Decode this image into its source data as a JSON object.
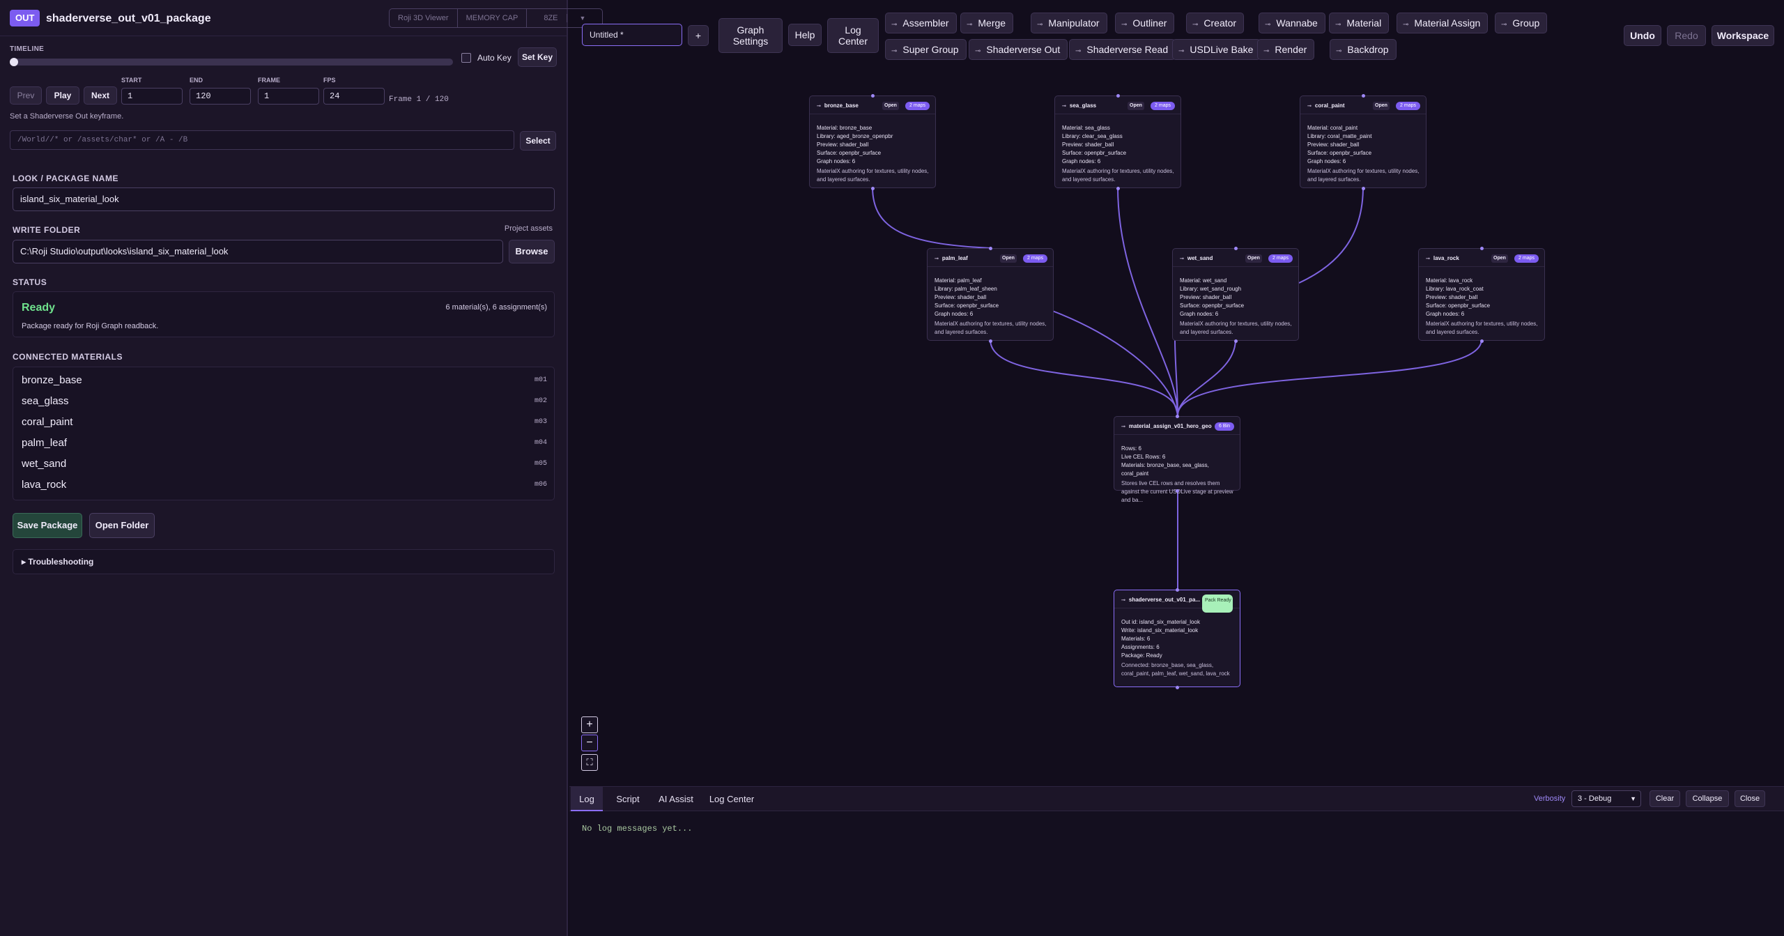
{
  "left_panel": {
    "badge": "OUT",
    "title": "shaderverse_out_v01_package",
    "segment": {
      "viewer": "Roji 3D Viewer",
      "memory": "MEMORY CAP",
      "size": "8ZE"
    },
    "timeline": {
      "label": "TIMELINE",
      "progress": 0,
      "auto_key_label": "Auto Key",
      "set_key_label": "Set Key",
      "prev_label": "Prev",
      "play_label": "Play",
      "next_label": "Next",
      "start_label": "START",
      "start_value": "1",
      "end_label": "END",
      "end_value": "120",
      "frame_label": "FRAME",
      "frame_value": "1",
      "fps_label": "FPS",
      "fps_value": "24",
      "frame_info": "Frame 1 / 120",
      "hint": "Set a Shaderverse Out keyframe.",
      "path_placeholder": "/World//*  or  /assets/char*  or  /A - /B",
      "select_label": "Select"
    },
    "look": {
      "label": "LOOK / PACKAGE NAME",
      "value": "island_six_material_look"
    },
    "write_folder": {
      "label": "WRITE FOLDER",
      "project_assets": "Project assets",
      "value": "C:\\Roji Studio\\output\\looks\\island_six_material_look",
      "browse_label": "Browse"
    },
    "status": {
      "label": "STATUS",
      "state": "Ready",
      "count": "6 material(s), 6 assignment(s)",
      "desc": "Package ready for Roji Graph readback."
    },
    "materials": {
      "label": "CONNECTED MATERIALS",
      "items": [
        {
          "name": "bronze_base",
          "tag": "m01"
        },
        {
          "name": "sea_glass",
          "tag": "m02"
        },
        {
          "name": "coral_paint",
          "tag": "m03"
        },
        {
          "name": "palm_leaf",
          "tag": "m04"
        },
        {
          "name": "wet_sand",
          "tag": "m05"
        },
        {
          "name": "lava_rock",
          "tag": "m06"
        }
      ]
    },
    "save_label": "Save Package",
    "open_folder_label": "Open Folder",
    "troubleshooting_label": "▸ Troubleshooting"
  },
  "toolbar": {
    "doc_title": "Untitled *",
    "plus": "+",
    "graph_settings": [
      "Graph",
      "Settings"
    ],
    "help": "Help",
    "log_center": [
      "Log",
      "Center"
    ],
    "nodes_row1": [
      "Assembler",
      "Merge",
      "Manipulator",
      "Outliner",
      "Creator",
      "Wannabe",
      "Material",
      "Material Assign",
      "Group"
    ],
    "nodes_row2": [
      "Super Group",
      "Shaderverse Out",
      "Shaderverse Read",
      "USDLive Bake",
      "Render",
      "Backdrop"
    ],
    "undo": "Undo",
    "redo": "Redo",
    "workspace": "Workspace"
  },
  "graph": {
    "open_label": "Open",
    "maps_label": "2 maps",
    "materials": [
      {
        "name": "bronze_base",
        "lines": [
          "Material: bronze_base",
          "Library: aged_bronze_openpbr",
          "Preview: shader_ball",
          "Surface: openpbr_surface",
          "Graph nodes: 6"
        ],
        "desc": "MaterialX authoring for textures, utility nodes, and layered surfaces."
      },
      {
        "name": "sea_glass",
        "lines": [
          "Material: sea_glass",
          "Library: clear_sea_glass",
          "Preview: shader_ball",
          "Surface: openpbr_surface",
          "Graph nodes: 6"
        ],
        "desc": "MaterialX authoring for textures, utility nodes, and layered surfaces."
      },
      {
        "name": "coral_paint",
        "lines": [
          "Material: coral_paint",
          "Library: coral_matte_paint",
          "Preview: shader_ball",
          "Surface: openpbr_surface",
          "Graph nodes: 6"
        ],
        "desc": "MaterialX authoring for textures, utility nodes, and layered surfaces."
      },
      {
        "name": "palm_leaf",
        "lines": [
          "Material: palm_leaf",
          "Library: palm_leaf_sheen",
          "Preview: shader_ball",
          "Surface: openpbr_surface",
          "Graph nodes: 6"
        ],
        "desc": "MaterialX authoring for textures, utility nodes, and layered surfaces."
      },
      {
        "name": "wet_sand",
        "lines": [
          "Material: wet_sand",
          "Library: wet_sand_rough",
          "Preview: shader_ball",
          "Surface: openpbr_surface",
          "Graph nodes: 6"
        ],
        "desc": "MaterialX authoring for textures, utility nodes, and layered surfaces."
      },
      {
        "name": "lava_rock",
        "lines": [
          "Material: lava_rock",
          "Library: lava_rock_coat",
          "Preview: shader_ball",
          "Surface: openpbr_surface",
          "Graph nodes: 6"
        ],
        "desc": "MaterialX authoring for textures, utility nodes, and layered surfaces."
      }
    ],
    "assign": {
      "name": "material_assign_v01_hero_geo",
      "pill": "6 Bin",
      "lines": [
        "Rows: 6",
        "Live CEL Rows: 6",
        "Materials: bronze_base, sea_glass, coral_paint"
      ],
      "desc": "Stores live CEL rows and resolves them against the current USDLive stage at preview and ba..."
    },
    "out": {
      "name": "shaderverse_out_v01_pa...",
      "pill": "Pack Ready",
      "lines": [
        "Out id: island_six_material_look",
        "Write: island_six_material_look",
        "Materials: 6",
        "Assignments: 6",
        "Package: Ready"
      ],
      "desc": "Connected: bronze_base, sea_glass, coral_paint, palm_leaf, wet_sand, lava_rock"
    },
    "zoom_in": "+",
    "zoom_out": "−",
    "zoom_fit": "⛶"
  },
  "log": {
    "tabs": [
      "Log",
      "Script",
      "AI Assist",
      "Log Center"
    ],
    "verbosity_label": "Verbosity",
    "verbosity_value": "3 - Debug",
    "clear": "Clear",
    "collapse": "Collapse",
    "close": "Close",
    "empty_message": "No log messages yet..."
  },
  "colors": {
    "accent": "#7c5cf0",
    "edge": "#8b6ef7",
    "ready": "#6fe28d",
    "background": "#120d1c"
  }
}
